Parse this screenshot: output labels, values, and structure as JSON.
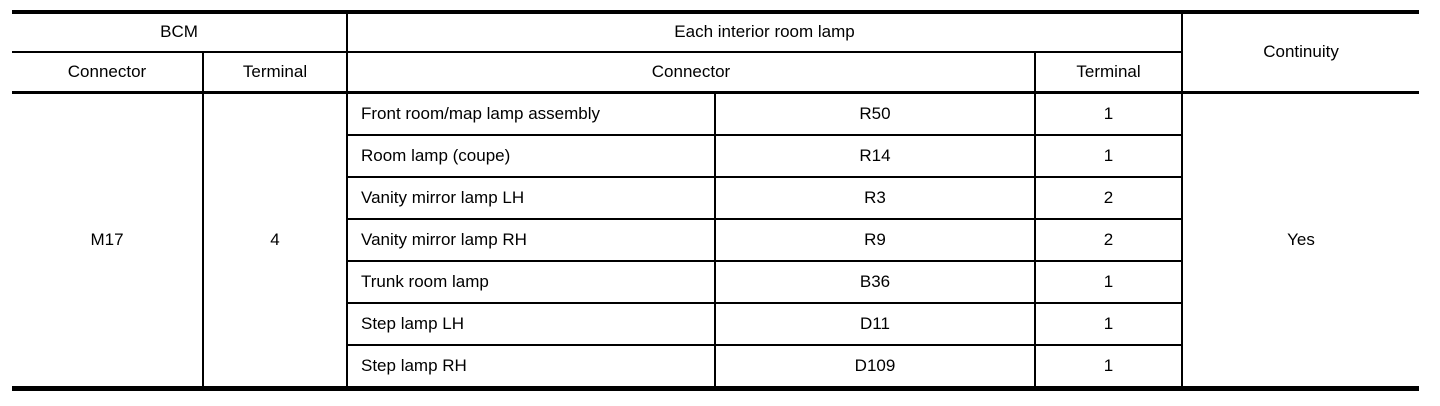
{
  "table": {
    "header": {
      "bcm": "BCM",
      "each_interior_room_lamp": "Each interior room lamp",
      "continuity": "Continuity",
      "bcm_connector": "Connector",
      "bcm_terminal": "Terminal",
      "lamp_connector": "Connector",
      "lamp_terminal": "Terminal"
    },
    "bcm_connector_value": "M17",
    "bcm_terminal_value": "4",
    "continuity_value": "Yes",
    "rows": [
      {
        "name": "Front room/map lamp assembly",
        "connector": "R50",
        "terminal": "1"
      },
      {
        "name": "Room lamp (coupe)",
        "connector": "R14",
        "terminal": "1"
      },
      {
        "name": "Vanity mirror lamp LH",
        "connector": "R3",
        "terminal": "2"
      },
      {
        "name": "Vanity mirror lamp RH",
        "connector": "R9",
        "terminal": "2"
      },
      {
        "name": "Trunk room lamp",
        "connector": "B36",
        "terminal": "1"
      },
      {
        "name": "Step lamp LH",
        "connector": "D11",
        "terminal": "1"
      },
      {
        "name": "Step lamp RH",
        "connector": "D109",
        "terminal": "1"
      }
    ]
  }
}
